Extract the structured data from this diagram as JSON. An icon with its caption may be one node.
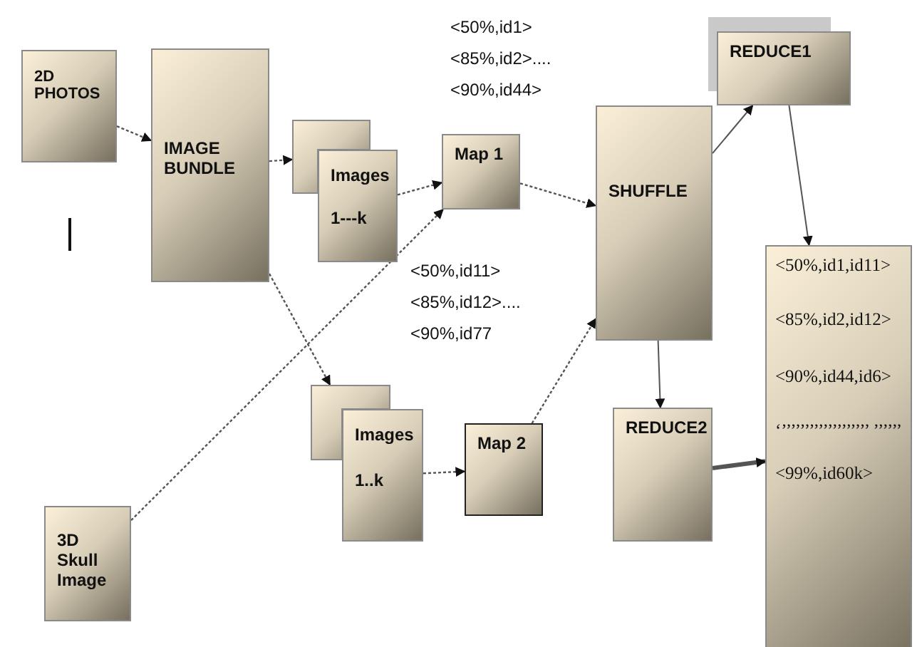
{
  "diagram": {
    "nodes": [
      {
        "text": [
          "2D PHOTOS"
        ]
      },
      {
        "text": [
          "IMAGE BUNDLE"
        ]
      },
      {
        "text": [],
        "shape": "box"
      },
      {
        "text": [
          "Images",
          "1---k"
        ]
      },
      {
        "text": [
          "Map 1"
        ]
      },
      {
        "text": [
          "SHUFFLE"
        ]
      },
      {
        "text": [
          "REDUCE1"
        ]
      },
      {
        "text": [
          "<50%,id1,id11>",
          "<85%,id2,id12>",
          "<90%,id44,id6>",
          "‘’’’’’’’’’’’’’’’’’’’ ’’’’’’",
          "<99%,id60k>"
        ]
      },
      {
        "text": [
          "REDUCE2"
        ]
      },
      {
        "text": [],
        "shape": "box"
      },
      {
        "text": [
          "Images",
          "1..k"
        ]
      },
      {
        "text": [
          "Map 2"
        ]
      },
      {
        "text": [
          "3D Skull Image"
        ]
      }
    ],
    "edges": [
      {
        "from": 0,
        "to": 1,
        "arrow": "to",
        "style": "dashed"
      },
      {
        "from": 1,
        "to": 2,
        "arrow": "to",
        "style": "dashed"
      },
      {
        "from": 3,
        "to": 4,
        "arrow": "to",
        "style": "dashed"
      },
      {
        "from": 4,
        "to": 5,
        "arrow": "to",
        "style": "dashed"
      },
      {
        "from": 5,
        "to": 6,
        "arrow": "to"
      },
      {
        "from": 6,
        "to": 7,
        "arrow": "to"
      },
      {
        "from": 5,
        "to": 8,
        "arrow": "to"
      },
      {
        "from": 8,
        "to": 7,
        "arrow": "to",
        "style": "thick"
      },
      {
        "from": 12,
        "to": 4,
        "arrow": "to",
        "style": "dashed"
      },
      {
        "from": 1,
        "to": 9,
        "arrow": "to",
        "style": "dashed"
      },
      {
        "from": 10,
        "to": 11,
        "arrow": "to",
        "style": "dashed"
      },
      {
        "from": 11,
        "to": 5,
        "arrow": "to",
        "style": "dashed"
      }
    ],
    "labels": [
      "<50%,id1>",
      "<85%,id2>....",
      "<90%,id44>",
      "<50%,id11>",
      "<85%,id12>....",
      "<90%,id77"
    ]
  }
}
